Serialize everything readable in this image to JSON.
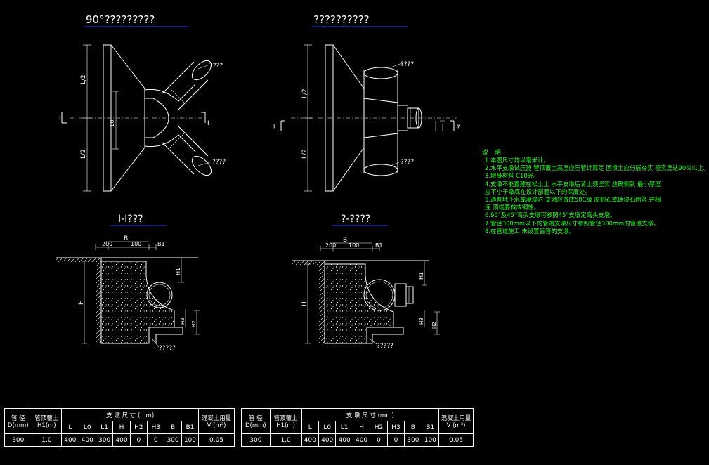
{
  "titles": {
    "plan_left": "90°?????????",
    "plan_right": "??????????",
    "section_left": "I-I???",
    "section_right": "?-????"
  },
  "labels": {
    "pipe_a": "????",
    "pipe_b": "????",
    "pipe_c": "????",
    "pipe_d": "????",
    "base_left": "?????",
    "base_right": "?????",
    "mark_i_left": "I",
    "mark_i_right": "I",
    "mark_q_left": "?",
    "mark_q_right": "?",
    "half_len_top": "L/2",
    "half_len_bottom": "L/2",
    "l0": "L0",
    "dim_200": "200",
    "dim_b": "B",
    "dim_100": "100",
    "dim_b1": "B1",
    "dim_h": "H",
    "dim_h1": "H1",
    "dim_h2": "H2",
    "dim_h3": "H3"
  },
  "notes": {
    "title": "说 明",
    "items": [
      "1.本图尺寸均以毫米计。",
      "2.水平支墩试压器 管顶覆土高度应压管计算定 回填土应分层夯实 密实度达90%以上。",
      "3.墩身材料 C10砼。",
      "4.支墩不能置建在松土上 水平支墩后背土须坚实 应确侧到 最小厚度应不小于墩底在设计部面以下的深度处。",
      "5.遇有地下水或潮湿时 支墩应做成50C级 原则石或砖块石砌筑 并相连 顶端要做成钢性。",
      "6.90°及45°弯头支墩可参照45°支墩定弯头支墩。",
      "7.管径300mm以下的管道支墩尺寸参照管径300mm的管道支墩。",
      "8.在管道施工 未设置盲管的支墩。"
    ]
  },
  "table_header": {
    "c_pipe": "管 径",
    "c_pipe_unit": "D(mm)",
    "c_cover": "管顶覆土",
    "c_cover_unit": "H1(m)",
    "c_dims": "支 墩 尺 寸",
    "c_dims_unit": "(mm)",
    "c_conc": "混凝土用量",
    "c_conc_unit": "V (m³)",
    "sub": [
      "L",
      "L0",
      "L1",
      "H",
      "H2",
      "H3",
      "B",
      "B1"
    ]
  },
  "table_left": {
    "row": [
      "300",
      "1.0",
      "400",
      "400",
      "300",
      "400",
      "0",
      "0",
      "300",
      "100",
      "0.05"
    ]
  },
  "table_right": {
    "row": [
      "300",
      "1.0",
      "400",
      "400",
      "400",
      "400",
      "0",
      "0",
      "300",
      "100",
      "0.05"
    ]
  }
}
